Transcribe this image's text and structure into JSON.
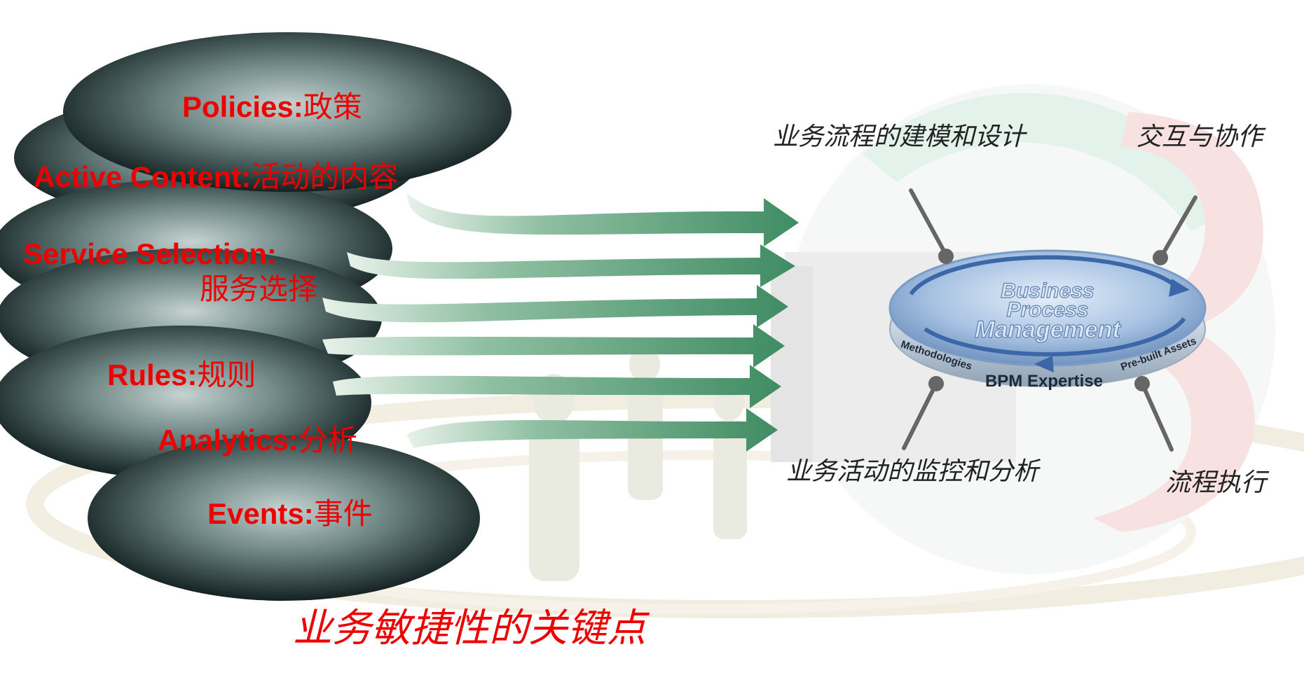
{
  "focus_areas": [
    {
      "en": "Policies:",
      "zh": "政策"
    },
    {
      "en": "Active Content:",
      "zh": "活动的内容"
    },
    {
      "en": "Service Selection:",
      "zh": "服务选择"
    },
    {
      "en": "Rules:",
      "zh": "规则"
    },
    {
      "en": "Analytics:",
      "zh": "分析"
    },
    {
      "en": "Events:",
      "zh": "事件"
    }
  ],
  "bpm_disc": {
    "title_lines": [
      "Business",
      "Process",
      "Management"
    ],
    "rim_center": "BPM Expertise",
    "rim_left": "Methodologies",
    "rim_right": "Pre-built Assets"
  },
  "callouts": {
    "top_left": "业务流程的建模和设计",
    "top_right": "交互与协作",
    "bottom_left": "业务活动的监控和分析",
    "bottom_right": "流程执行"
  },
  "footer_title": "业务敏捷性的关键点",
  "colors": {
    "label_red": "#ee0000",
    "arrow_green": "#5e9e78",
    "disc_blue": "#a9c3e3",
    "ellipse_dark": "#0d1b1b"
  },
  "background_decor": [
    "globe",
    "computer-screen-text",
    "people-silhouettes",
    "orbit-rings"
  ]
}
